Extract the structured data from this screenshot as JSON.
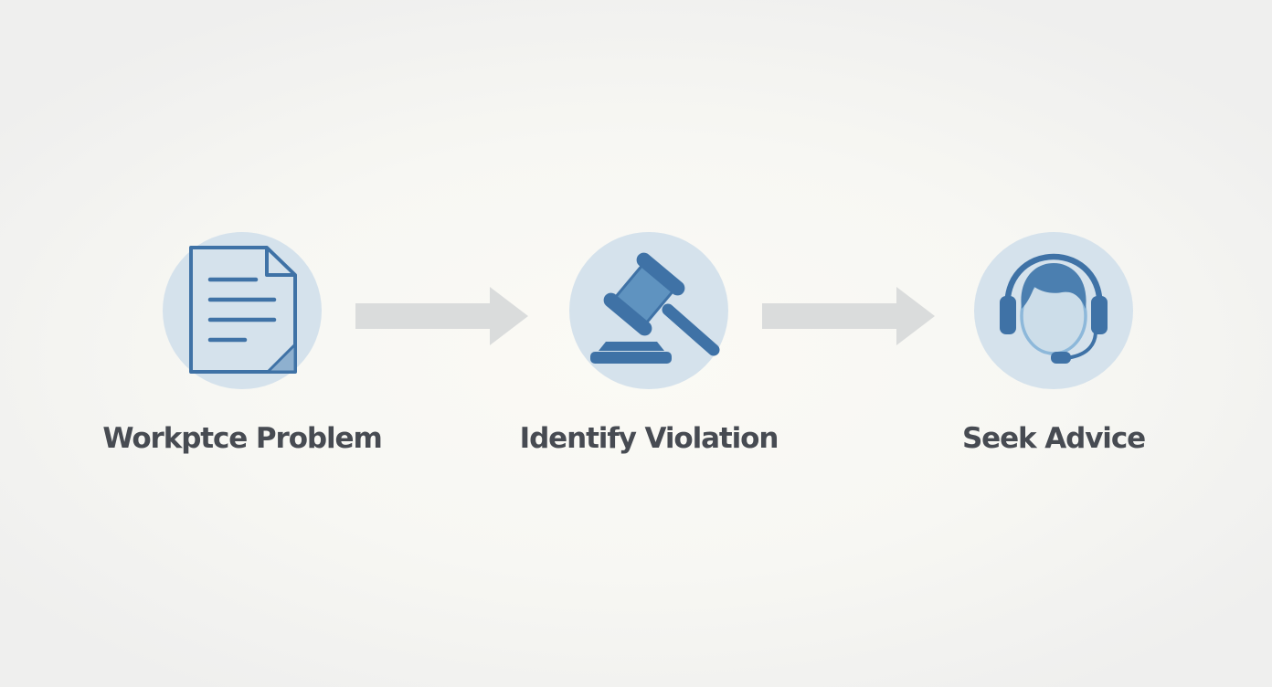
{
  "colors": {
    "circle_fill": "#d5e2ec",
    "icon_dark_blue": "#3f72a6",
    "icon_mid_blue": "#5f93c0",
    "arrow_gray": "#dadcdc",
    "label_text": "#474b52"
  },
  "steps": [
    {
      "label": "Workptce Problem",
      "icon": "document-icon"
    },
    {
      "label": "Identify Violation",
      "icon": "gavel-icon"
    },
    {
      "label": "Seek Advice",
      "icon": "headset-person-icon"
    }
  ],
  "connectors": [
    {
      "icon": "arrow-right-icon"
    },
    {
      "icon": "arrow-right-icon"
    }
  ]
}
